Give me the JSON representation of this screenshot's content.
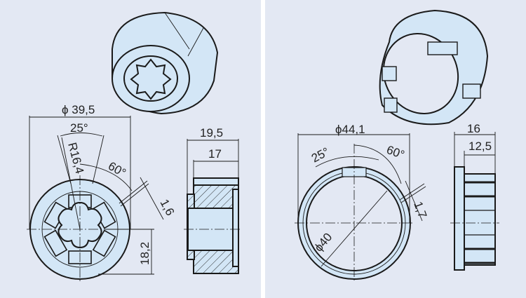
{
  "left_drawing": {
    "diameter": "ϕ 39,5",
    "angle_slot": "25°",
    "radius": "R16,4",
    "angle_spacing": "60°",
    "slot_width": "1,6",
    "height": "18,2",
    "length_total": "19,5",
    "length_body": "17"
  },
  "right_drawing": {
    "diameter": "ϕ44,1",
    "angle_slot": "25°",
    "angle_spacing": "60°",
    "slot_width": "1,7",
    "inner_diameter": "ϕ40",
    "length_total": "16",
    "length_body": "12,5"
  },
  "colors": {
    "background": "#e3e8f3",
    "part_fill": "#d3e6f6",
    "divider": "#ffffff"
  }
}
